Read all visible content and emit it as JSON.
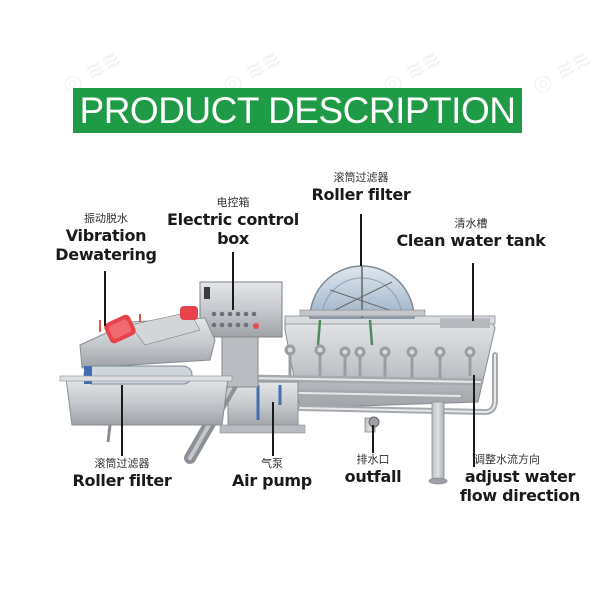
{
  "banner": {
    "title": "PRODUCT DESCRIPTION",
    "color": "#1f9b48"
  },
  "labels": {
    "vibration": {
      "cn": "振动脱水",
      "en1": "Vibration",
      "en2": "Dewatering"
    },
    "electric": {
      "cn": "电控箱",
      "en1": "Electric control",
      "en2": "box"
    },
    "roller_top": {
      "cn": "滚筒过滤器",
      "en1": "Roller filter"
    },
    "clean_tank": {
      "cn": "清水槽",
      "en1": "Clean water tank"
    },
    "roller_bottom": {
      "cn": "滚筒过滤器",
      "en1": "Roller filter"
    },
    "air_pump": {
      "cn": "气泵",
      "en1": "Air pump"
    },
    "outfall": {
      "cn": "排水口",
      "en1": "outfall"
    },
    "flow": {
      "cn": "调整水流方向",
      "en1": "adjust water",
      "en2": "flow direction"
    }
  },
  "colors": {
    "steel": "#c9ccd0",
    "motor": "#e8434a",
    "text": "#1a1a1a"
  }
}
